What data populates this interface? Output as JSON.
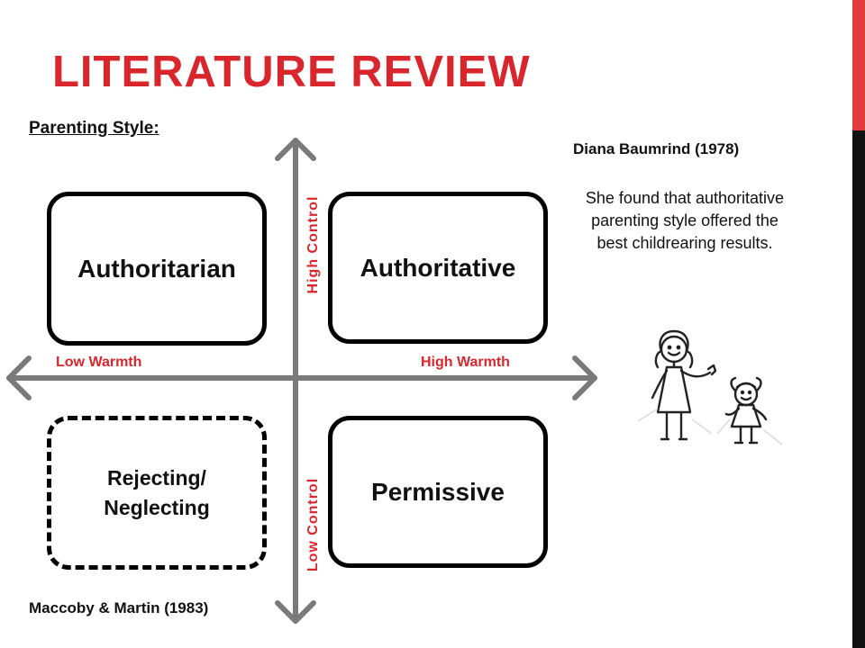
{
  "slide": {
    "title": "LITERATURE REVIEW",
    "subheading": "Parenting Style:"
  },
  "quadrants": {
    "top_left": "Authoritarian",
    "top_right": "Authoritative",
    "bottom_left": "Rejecting/\nNeglecting",
    "bottom_right": "Permissive"
  },
  "axis_labels": {
    "left": "Low Warmth",
    "right": "High Warmth",
    "top": "High Control",
    "bottom": "Low Control"
  },
  "annotation": {
    "author": "Diana Baumrind (1978)",
    "finding": "She found that authoritative parenting style offered the best childrearing results."
  },
  "footer": {
    "citation": "Maccoby & Martin (1983)"
  },
  "colors": {
    "accent": "#d9262c",
    "axis": "#7a7a7a",
    "sidebar": "#111111",
    "sidebar_accent": "#e23c3f"
  },
  "icons": {
    "illustration": "mother-and-child-drawing"
  }
}
